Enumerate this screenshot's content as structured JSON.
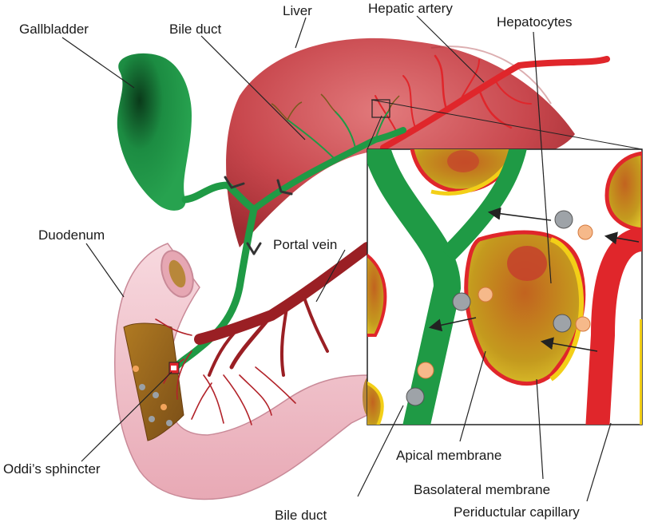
{
  "labels": {
    "gallbladder": "Gallbladder",
    "bile_duct_top": "Bile duct",
    "liver": "Liver",
    "hepatic_artery": "Hepatic artery",
    "hepatocytes": "Hepatocytes",
    "duodenum": "Duodenum",
    "portal_vein": "Portal vein",
    "oddis_sphincter": "Oddi’s sphincter",
    "bile_duct_bottom": "Bile duct",
    "apical_membrane": "Apical membrane",
    "basolateral_membrane": "Basolateral membrane",
    "periductular_capillary": "Periductular capillary"
  },
  "colors": {
    "bile_green": "#1f9a45",
    "liver_red": "#c94a4f",
    "artery_red": "#e0262b",
    "portal_red": "#9a1f24",
    "duodenum_pink": "#f2c6cf",
    "hepatocyte_fill": "#c9a21c",
    "membrane_yellow": "#f3cf17"
  }
}
